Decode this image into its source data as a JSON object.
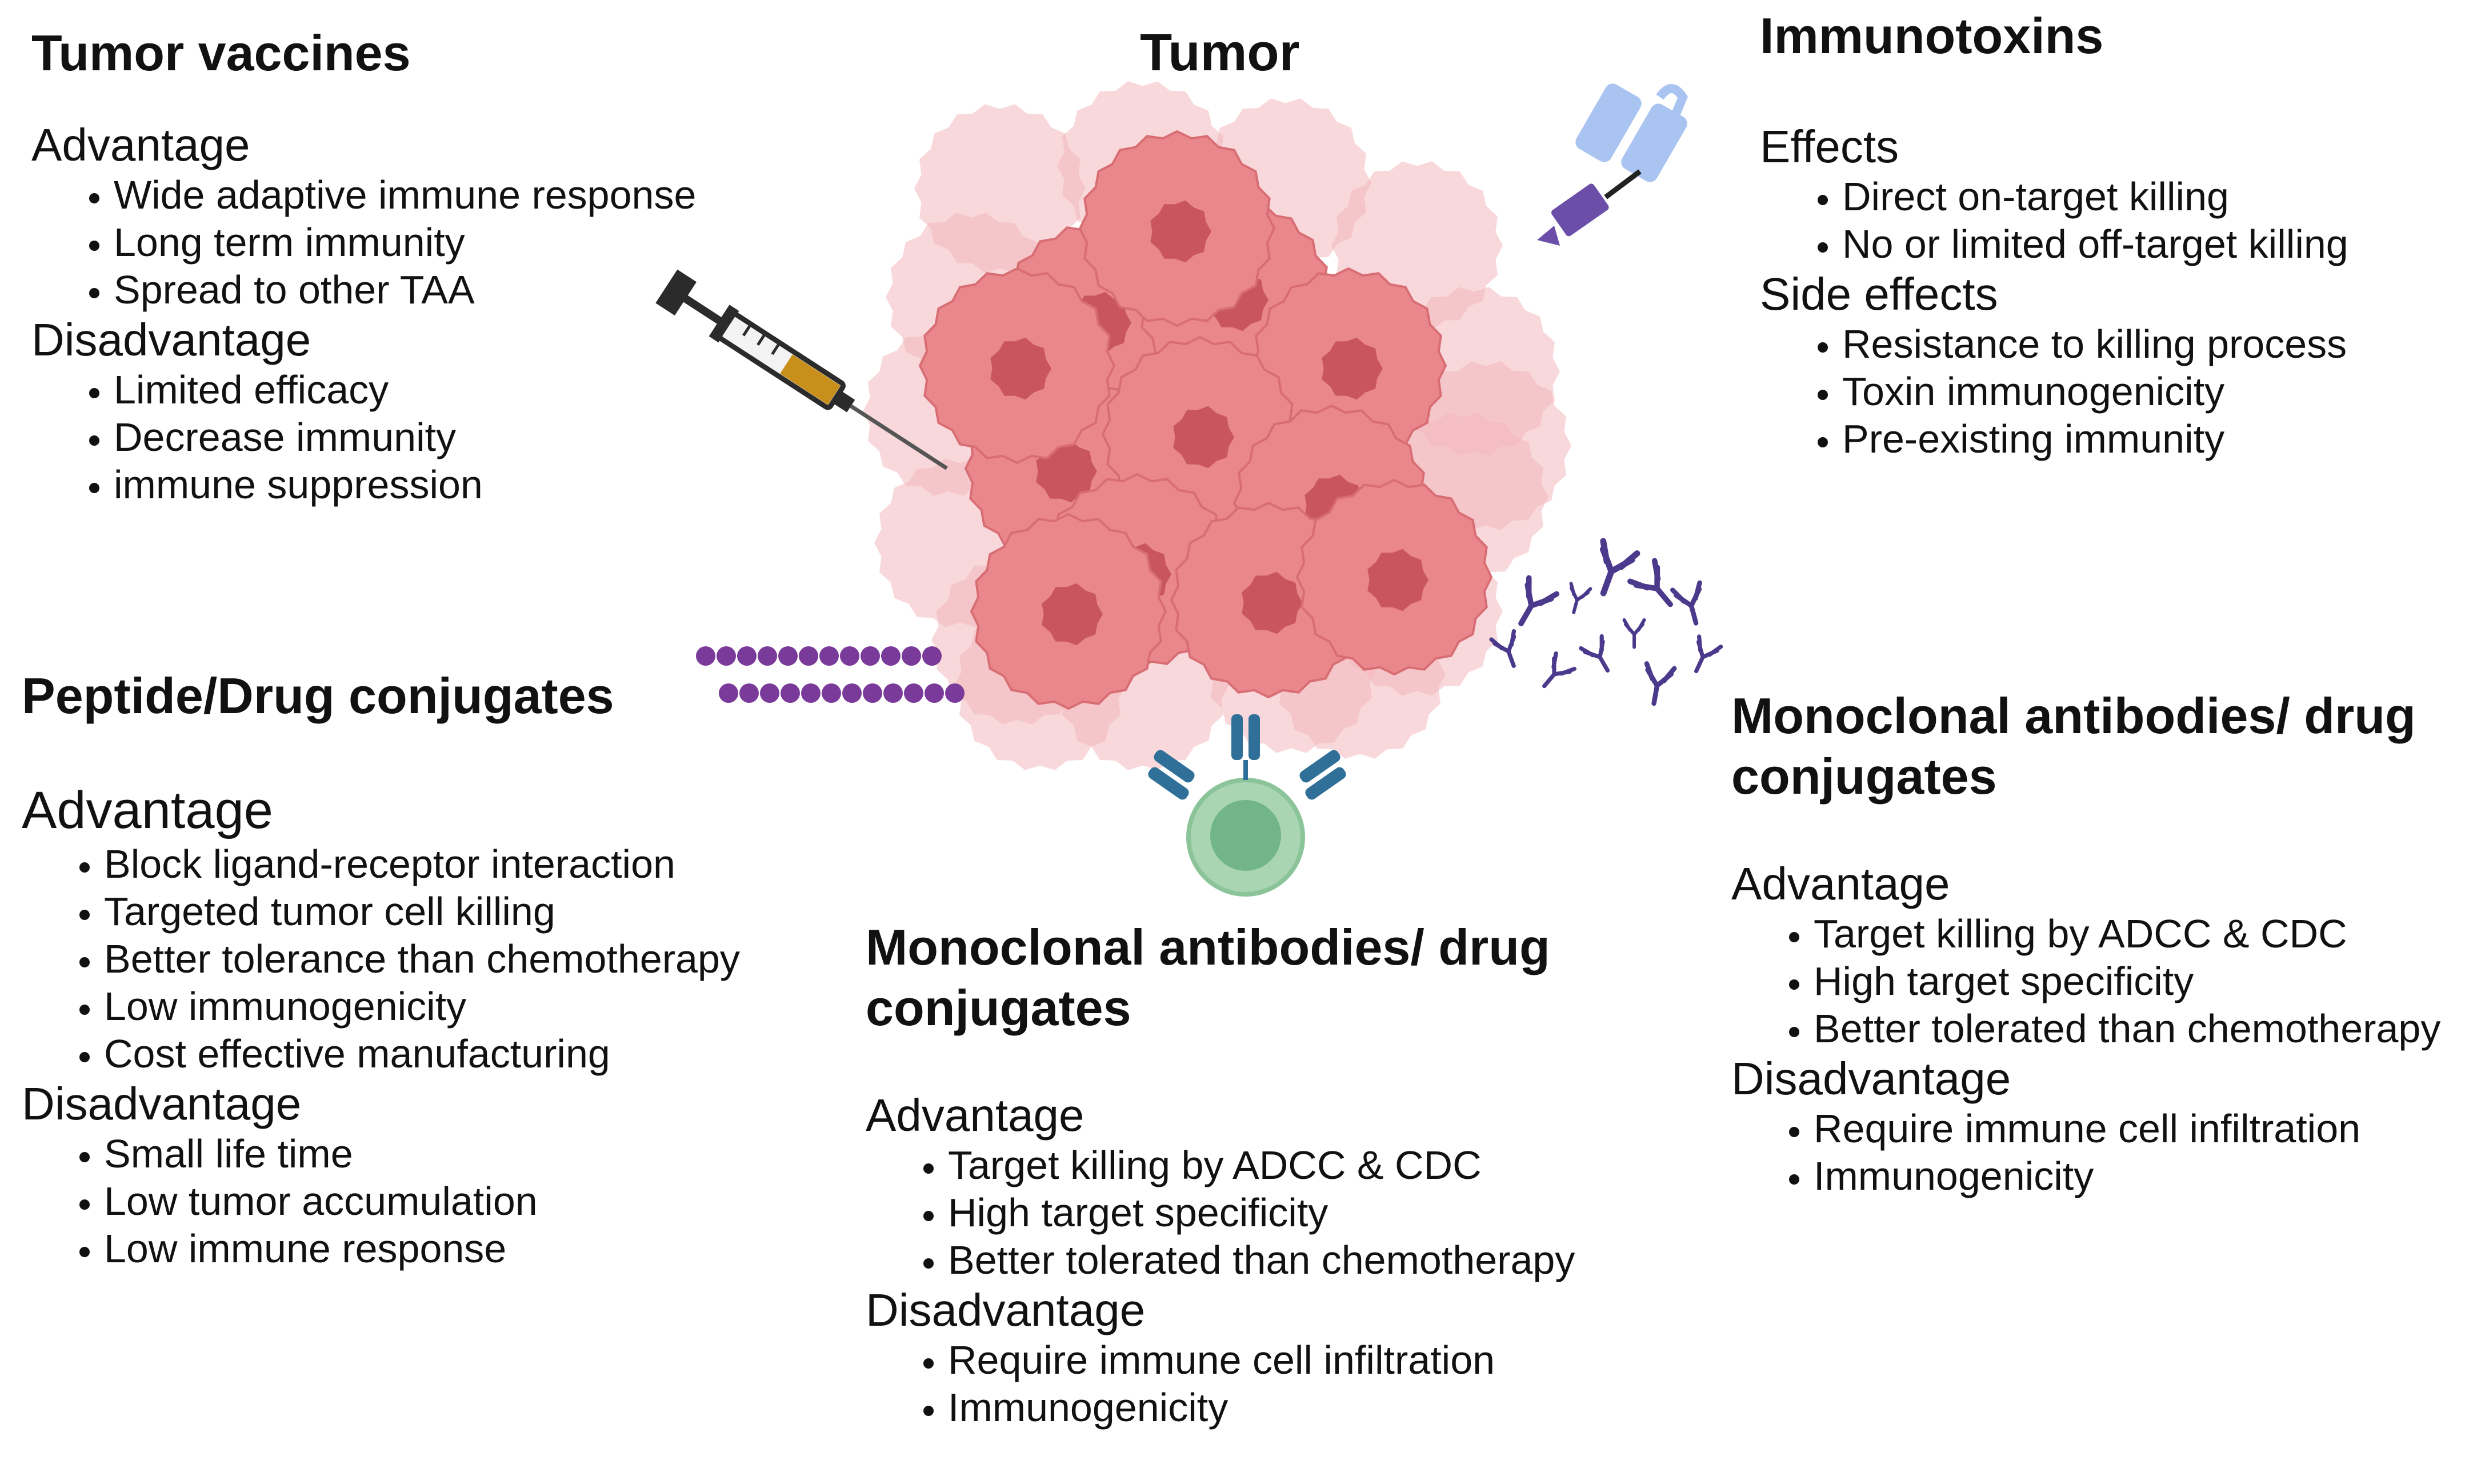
{
  "tumor_label": "Tumor",
  "panels": {
    "vaccines": {
      "title": "Tumor vaccines",
      "sections": [
        {
          "heading": "Advantage",
          "items": [
            "Wide adaptive immune response",
            "Long term immunity",
            "Spread to other TAA"
          ]
        },
        {
          "heading": "Disadvantage",
          "items": [
            "Limited efficacy",
            "Decrease immunity",
            "immune suppression"
          ]
        }
      ]
    },
    "immunotoxins": {
      "title": "Immunotoxins",
      "sections": [
        {
          "heading": "Effects",
          "items": [
            "Direct on-target killing",
            "No or limited off-target killing"
          ]
        },
        {
          "heading": "Side effects",
          "items": [
            "Resistance to killing process",
            "Toxin immunogenicity",
            "Pre-existing immunity"
          ]
        }
      ]
    },
    "peptide": {
      "title": "Peptide/Drug conjugates",
      "sections": [
        {
          "heading": "Advantage",
          "items": [
            "Block ligand-receptor interaction",
            "Targeted tumor cell killing",
            "Better tolerance than chemotherapy",
            "Low immunogenicity",
            "Cost effective manufacturing"
          ]
        },
        {
          "heading": "Disadvantage",
          "items": [
            "Small life time",
            "Low tumor accumulation",
            "Low immune response"
          ]
        }
      ]
    },
    "mab_center": {
      "title_line1": "Monoclonal antibodies/ drug",
      "title_line2": "conjugates",
      "sections": [
        {
          "heading": "Advantage",
          "items": [
            "Target killing by ADCC & CDC",
            "High target specificity",
            "Better tolerated than chemotherapy"
          ]
        },
        {
          "heading": "Disadvantage",
          "items": [
            "Require immune cell infiltration",
            "Immunogenicity"
          ]
        }
      ]
    },
    "mab_right": {
      "title_line1": "Monoclonal antibodies/ drug",
      "title_line2": "conjugates",
      "sections": [
        {
          "heading": "Advantage",
          "items": [
            "Target killing by ADCC & CDC",
            "High target specificity",
            "Better tolerated than chemotherapy"
          ]
        },
        {
          "heading": "Disadvantage",
          "items": [
            "Require immune cell infiltration",
            "Immunogenicity"
          ]
        }
      ]
    }
  },
  "colors": {
    "tumor_light": "#f2b8bb",
    "tumor_mid": "#e9878d",
    "tumor_nucleus": "#c9565e",
    "syringe_fluid": "#c8901b",
    "toxin_light": "#aac4f1",
    "toxin_dark": "#6a4ea8",
    "antibody": "#4b3a8c",
    "peptide_bead": "#7a3a99",
    "tcell_outer": "#a9d5b2",
    "tcell_inner": "#72b687",
    "receptor": "#2f6f98"
  },
  "icons": [
    "tumor-illustration",
    "syringe-icon",
    "immunotoxin-icon",
    "antibody-cluster-icon",
    "peptide-chain-icon",
    "t-cell-icon"
  ]
}
